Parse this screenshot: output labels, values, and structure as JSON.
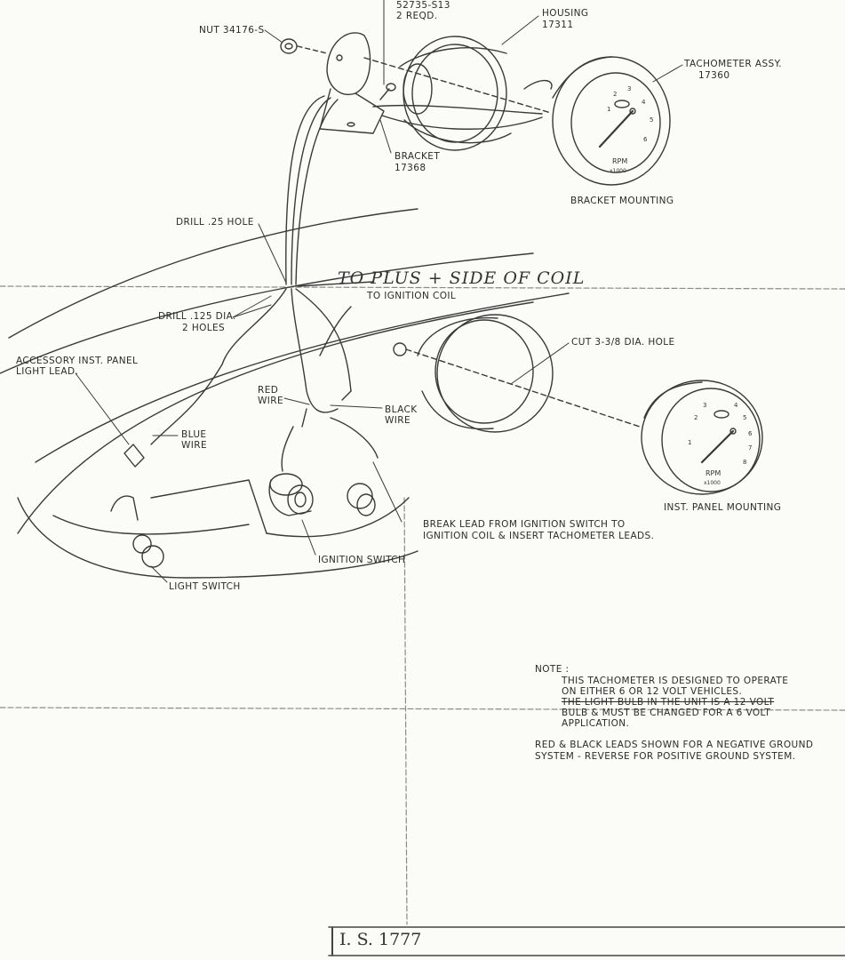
{
  "labels": {
    "part_top": "52735-S13",
    "part_top_qty": "2 REQD.",
    "nut": "NUT 34176-S",
    "housing": "HOUSING",
    "housing_no": "17311",
    "tach_assy": "TACHOMETER ASSY.",
    "tach_assy_no": "17360",
    "bracket": "BRACKET",
    "bracket_no": "17368",
    "bracket_mounting": "BRACKET MOUNTING",
    "drill_25": "DRILL .25 HOLE",
    "to_ignition_coil": "TO IGNITION COIL",
    "drill_125": "DRILL .125 DIA.",
    "drill_125_qty": "2 HOLES",
    "accessory_1": "ACCESSORY INST. PANEL",
    "accessory_2": "LIGHT LEAD.",
    "cut_hole": "CUT 3-3/8 DIA. HOLE",
    "red_wire_1": "RED",
    "red_wire_2": "WIRE",
    "black_wire_1": "BLACK",
    "black_wire_2": "WIRE",
    "blue_wire_1": "BLUE",
    "blue_wire_2": "WIRE",
    "inst_panel_mounting": "INST. PANEL MOUNTING",
    "break_lead_1": "BREAK LEAD FROM IGNITION SWITCH TO",
    "break_lead_2": "IGNITION COIL & INSERT TACHOMETER LEADS.",
    "ignition_switch": "IGNITION SWITCH",
    "light_switch": "LIGHT SWITCH"
  },
  "handwritten": "TO PLUS + SIDE OF COIL",
  "note": {
    "title": "NOTE :",
    "line1": "THIS TACHOMETER IS DESIGNED TO OPERATE",
    "line2": "ON EITHER 6 OR 12 VOLT VEHICLES.",
    "line3": "THE LIGHT BULB IN THE UNIT IS A 12 VOLT",
    "line4": "BULB & MUST BE CHANGED FOR A 6 VOLT",
    "line5": "APPLICATION.",
    "line6": "RED & BLACK LEADS SHOWN FOR A NEGATIVE GROUND",
    "line7": "SYSTEM - REVERSE FOR POSITIVE GROUND SYSTEM."
  },
  "gauge": {
    "rpm": "RPM",
    "multiplier": "x1000",
    "ticks": [
      "1",
      "2",
      "3",
      "4",
      "5",
      "6",
      "7",
      "8"
    ]
  },
  "footer_code": "I. S. 1777"
}
